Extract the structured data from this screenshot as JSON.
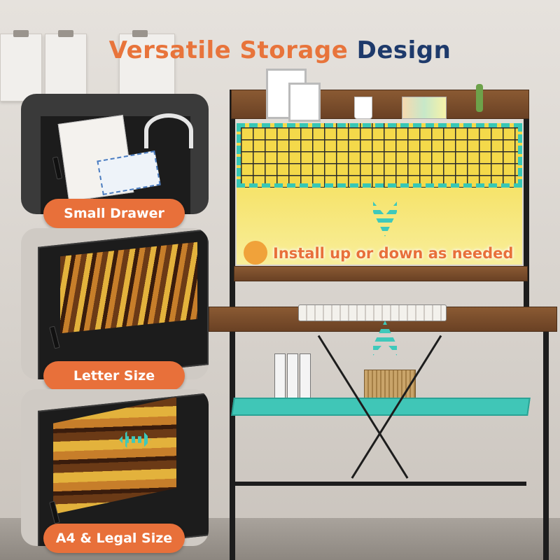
{
  "title": {
    "part1": "Versatile Storage",
    "part2": "Design"
  },
  "callouts": {
    "small_drawer": "Small Drawer",
    "letter_size": "Letter Size",
    "a4_legal": "A4 & Legal Size",
    "install_hint": "Install up or down as needed"
  },
  "icons": [
    "bell-icon",
    "arrow-down-icon",
    "arrow-up-icon",
    "double-arrow-icon"
  ],
  "colors": {
    "accent_orange": "#e8703a",
    "navy": "#1e3a6b",
    "teal": "#40c6b7",
    "yellow": "#f4d94a"
  }
}
